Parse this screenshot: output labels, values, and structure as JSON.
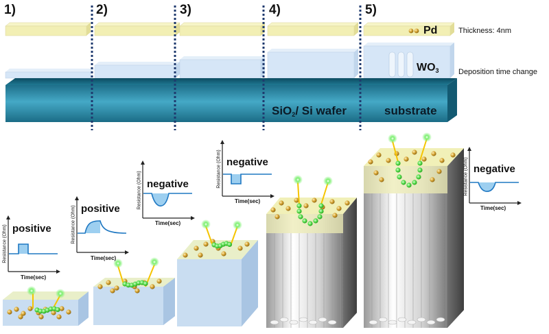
{
  "steps": [
    "1)",
    "2)",
    "3)",
    "4)",
    "5)"
  ],
  "labels": {
    "pd": "Pd",
    "thickness": "Thickness: 4nm",
    "wo3_main": "WO",
    "wo3_sub": "3",
    "deposition": "Deposition time change",
    "sio2_main": "SiO",
    "sio2_sub": "2",
    "sio2_rest": "/ Si wafer",
    "substrate": "substrate"
  },
  "responses": [
    {
      "sign": "positive",
      "ylabel": "Resistance (Ohm)",
      "xlabel": "Time(sec)"
    },
    {
      "sign": "positive",
      "ylabel": "Resistance (Ohm)",
      "xlabel": "Time(sec)"
    },
    {
      "sign": "negative",
      "ylabel": "Resistance (Ohm)",
      "xlabel": "Time(sec)"
    },
    {
      "sign": "negative",
      "ylabel": "Resistance (Ohm)",
      "xlabel": "Time(sec)"
    },
    {
      "sign": "negative",
      "ylabel": "Resistance (Ohm)",
      "xlabel": "Time(sec)"
    }
  ],
  "colors": {
    "pd_layer": "#f2efb4",
    "wo3_layer": "#d6e6f7",
    "substrate": "#2f88a4",
    "divider": "#1f3a6e",
    "signal": "#1f78c2",
    "particle": "#c99a2e",
    "glow": "#5ee65a"
  }
}
